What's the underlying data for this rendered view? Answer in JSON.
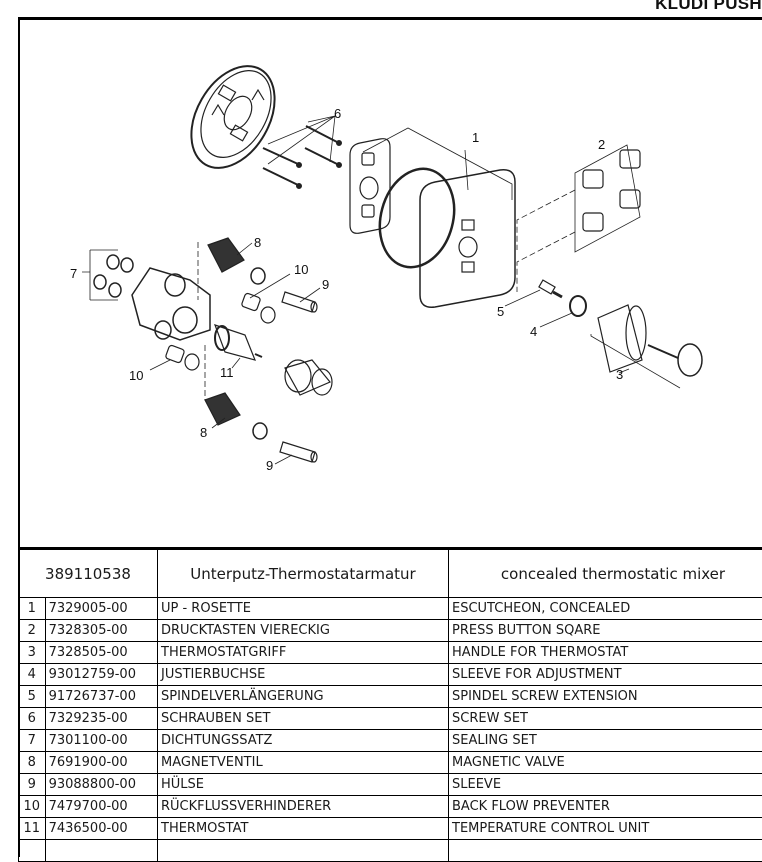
{
  "header": {
    "brand": "KLUDI PUSH"
  },
  "diagram": {
    "callouts": [
      "1",
      "2",
      "3",
      "4",
      "5",
      "6",
      "7",
      "8",
      "8",
      "9",
      "9",
      "10",
      "10",
      "11"
    ]
  },
  "table": {
    "header": {
      "article": "389110538",
      "german": "Unterputz-Thermostatarmatur",
      "english": "concealed thermostatic  mixer"
    },
    "rows": [
      {
        "pos": "1",
        "article": "7329005-00",
        "german": "UP - ROSETTE",
        "english": "ESCUTCHEON, CONCEALED"
      },
      {
        "pos": "2",
        "article": "7328305-00",
        "german": "DRUCKTASTEN VIERECKIG",
        "english": "PRESS BUTTON SQARE"
      },
      {
        "pos": "3",
        "article": "7328505-00",
        "german": "THERMOSTATGRIFF",
        "english": "HANDLE FOR THERMOSTAT"
      },
      {
        "pos": "4",
        "article": "93012759-00",
        "german": "JUSTIERBUCHSE",
        "english": "SLEEVE FOR ADJUSTMENT"
      },
      {
        "pos": "5",
        "article": "91726737-00",
        "german": "SPINDELVERLÄNGERUNG",
        "english": "SPINDEL SCREW EXTENSION"
      },
      {
        "pos": "6",
        "article": "7329235-00",
        "german": "SCHRAUBEN SET",
        "english": "SCREW SET"
      },
      {
        "pos": "7",
        "article": "7301100-00",
        "german": "DICHTUNGSSATZ",
        "english": "SEALING SET"
      },
      {
        "pos": "8",
        "article": "7691900-00",
        "german": "MAGNETVENTIL",
        "english": "MAGNETIC VALVE"
      },
      {
        "pos": "9",
        "article": "93088800-00",
        "german": "HÜLSE",
        "english": "SLEEVE"
      },
      {
        "pos": "10",
        "article": "7479700-00",
        "german": "RÜCKFLUSSVERHINDERER",
        "english": "BACK FLOW PREVENTER"
      },
      {
        "pos": "11",
        "article": "7436500-00",
        "german": "THERMOSTAT",
        "english": "TEMPERATURE CONTROL UNIT"
      },
      {
        "pos": "",
        "article": "",
        "german": "",
        "english": ""
      }
    ]
  }
}
